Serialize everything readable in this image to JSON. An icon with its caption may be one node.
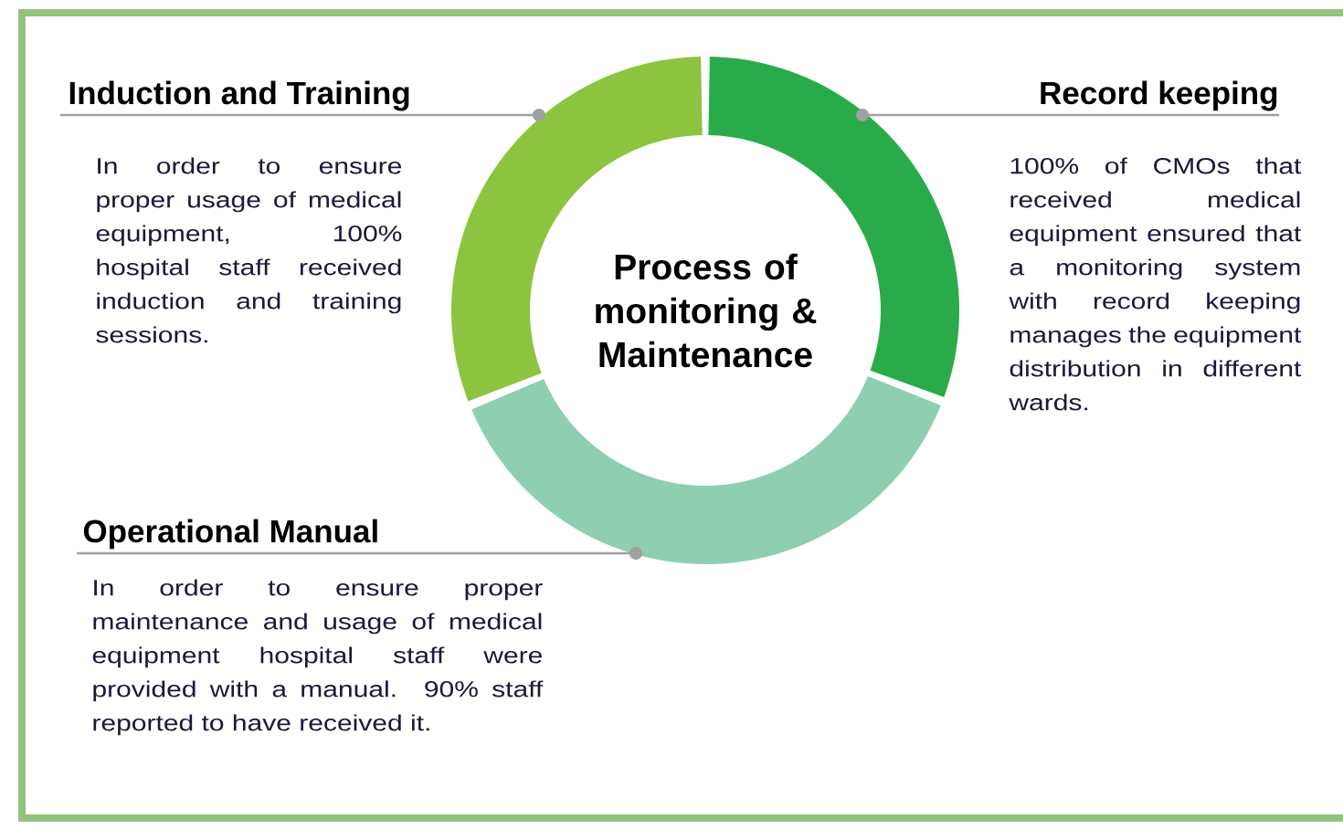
{
  "diagram": {
    "nodes": [
      {
        "text": [
          "Process of monitoring & Maintenance"
        ]
      },
      {
        "text": [],
        "shape": "arc"
      },
      {
        "text": [],
        "shape": "arc"
      },
      {
        "text": [],
        "shape": "arc"
      },
      {
        "text": [
          "Induction and Training",
          "In order to ensure proper usage of medical equipment, 100% hospital staff received induction and training sessions."
        ]
      },
      {
        "text": [
          "Record keeping",
          "100% of CMOs that received medical equipment ensured that a monitoring system with record keeping manages the equipment distribution in different wards."
        ]
      },
      {
        "text": [
          "Operational Manual",
          "In order to ensure proper maintenance and usage of medical equipment hospital staff were provided with a manual. 90% staff reported to have received it."
        ]
      }
    ],
    "edges": [
      {
        "from": 4,
        "to": 1,
        "arrow": "other"
      },
      {
        "from": 5,
        "to": 2,
        "arrow": "other"
      },
      {
        "from": 6,
        "to": 3,
        "arrow": "other"
      }
    ]
  }
}
